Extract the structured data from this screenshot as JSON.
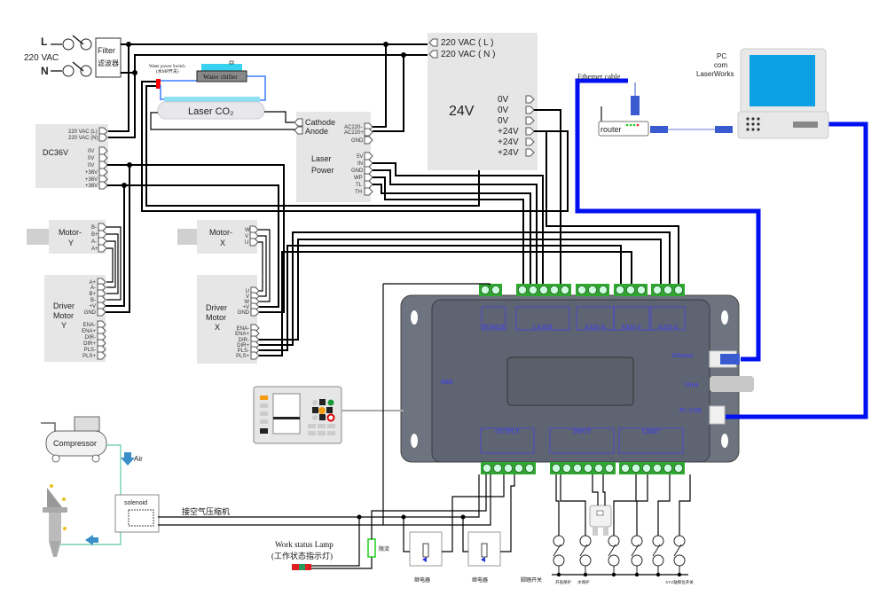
{
  "mains": {
    "L": "L",
    "N": "N",
    "voltage": "220 VAC",
    "filter": "Filter",
    "filter_cn": "滤波器"
  },
  "water": {
    "switch_label": "Water power Switch",
    "switch_label_cn": "(水MP开关)",
    "chiller": "Water chiller"
  },
  "laser_tube": {
    "label": "Laser CO₂"
  },
  "psu24": {
    "title": "24V",
    "inputs": [
      "220 VAC ( L )",
      "220 VAC ( N )"
    ],
    "outputs": [
      "0V",
      "0V",
      "0V",
      "+24V",
      "+24V",
      "+24V"
    ]
  },
  "dc36": {
    "title": "DC36V",
    "inputs": [
      "220 VAC (L)",
      "220 VAC (N)"
    ],
    "outputs": [
      "0V",
      "0V",
      "0V",
      "+36V",
      "+36V",
      "+36V"
    ]
  },
  "laser_power": {
    "title_1": "Laser",
    "title_2": "Power",
    "tube_terms": [
      "Cathode",
      "Anode"
    ],
    "ac_terms": [
      "AC220-",
      "AC220+",
      "GND"
    ],
    "ctrl_terms": [
      "5V",
      "IN",
      "GND",
      "WP",
      "TL",
      "TH"
    ]
  },
  "motor_y": {
    "title_1": "Motor-",
    "title_2": "Y",
    "terms": [
      "B-",
      "B+",
      "A-",
      "A+"
    ]
  },
  "driver_y": {
    "title_1": "Driver",
    "title_2": "Motor",
    "title_3": "Y",
    "terms": [
      "A+",
      "A-",
      "B+",
      "B-",
      "+V",
      "GND",
      "ENA-",
      "ENA+",
      "DIR-",
      "DIR+",
      "PLS-",
      "PLS+"
    ]
  },
  "motor_x": {
    "title_1": "Motor-",
    "title_2": "X",
    "terms": [
      "W",
      "V",
      "U"
    ]
  },
  "driver_x": {
    "title_1": "Driver",
    "title_2": "Motor",
    "title_3": "X",
    "terms": [
      "U",
      "V",
      "W",
      "+V",
      "GND",
      "ENA-",
      "ENA+",
      "DIR-",
      "DIR+",
      "PLS-",
      "PLS+"
    ]
  },
  "controller": {
    "ports": {
      "hmi": "HMI",
      "ethernet": "Ethernet",
      "udisk": "Udisk",
      "pc_usb": "PC-USB"
    },
    "top_blocks": [
      "POWER",
      "LASER",
      "AXIS-X",
      "AXIS-Y",
      "AXIS-Z"
    ],
    "bottom_blocks": [
      "OUTPUT",
      "INPUT",
      "LIMIT"
    ]
  },
  "network": {
    "cable": "Ethemet cable",
    "router": "router",
    "pc_1": "PC",
    "pc_2": "com",
    "pc_3": "LaserWorks"
  },
  "air": {
    "compressor": "Compressor",
    "air": "Air",
    "solenoid": "solenoid",
    "to_compressor": "接空气压缩机"
  },
  "lamp": {
    "title": "Work status Lamp",
    "title_cn": "(工作状态指示灯)",
    "resistor": "限流"
  },
  "relays": [
    "继电器",
    "继电器"
  ],
  "switches": {
    "foot": "脚踏开关",
    "cover": "开盖保护",
    "water": "水保护",
    "limits": "XYZ轴限位开关"
  },
  "colors": {
    "cable": "#0010f0",
    "terminal": "#2ea82e",
    "controller": "#6e7380",
    "label": "#3a3aff"
  }
}
